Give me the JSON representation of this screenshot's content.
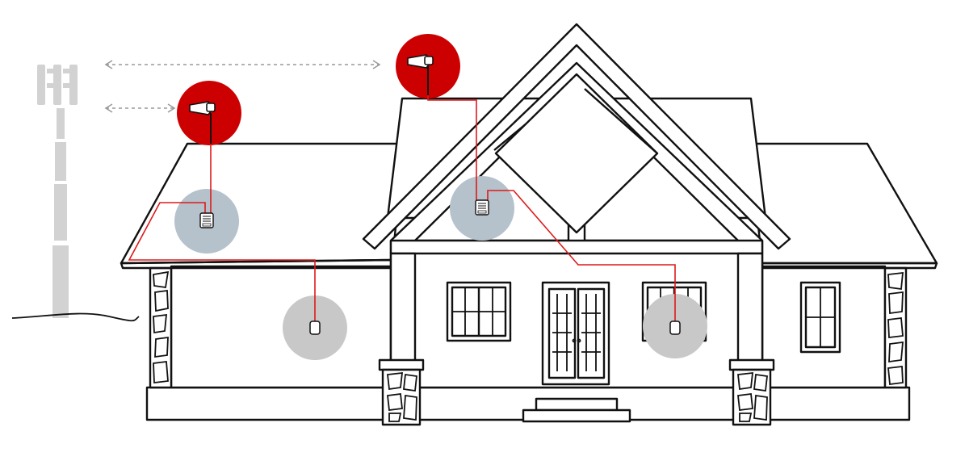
{
  "colors": {
    "background": "#ffffff",
    "outline": "#111111",
    "signal_red": "#cc0000",
    "cable_red": "#dd1a1a",
    "booster_zone": "#b5c1cb",
    "indoor_zone": "#c8c8c8",
    "tower_gray": "#d2d2d2",
    "distance_arrow": "#999999"
  },
  "icons": {
    "cell_tower": "cell-tower-icon",
    "outdoor_antenna": "yagi-antenna-icon",
    "booster": "signal-booster-icon",
    "indoor_antenna": "indoor-dome-antenna-icon"
  },
  "components": {
    "outdoor_antennas": 2,
    "boosters": 2,
    "indoor_antennas": 2
  }
}
